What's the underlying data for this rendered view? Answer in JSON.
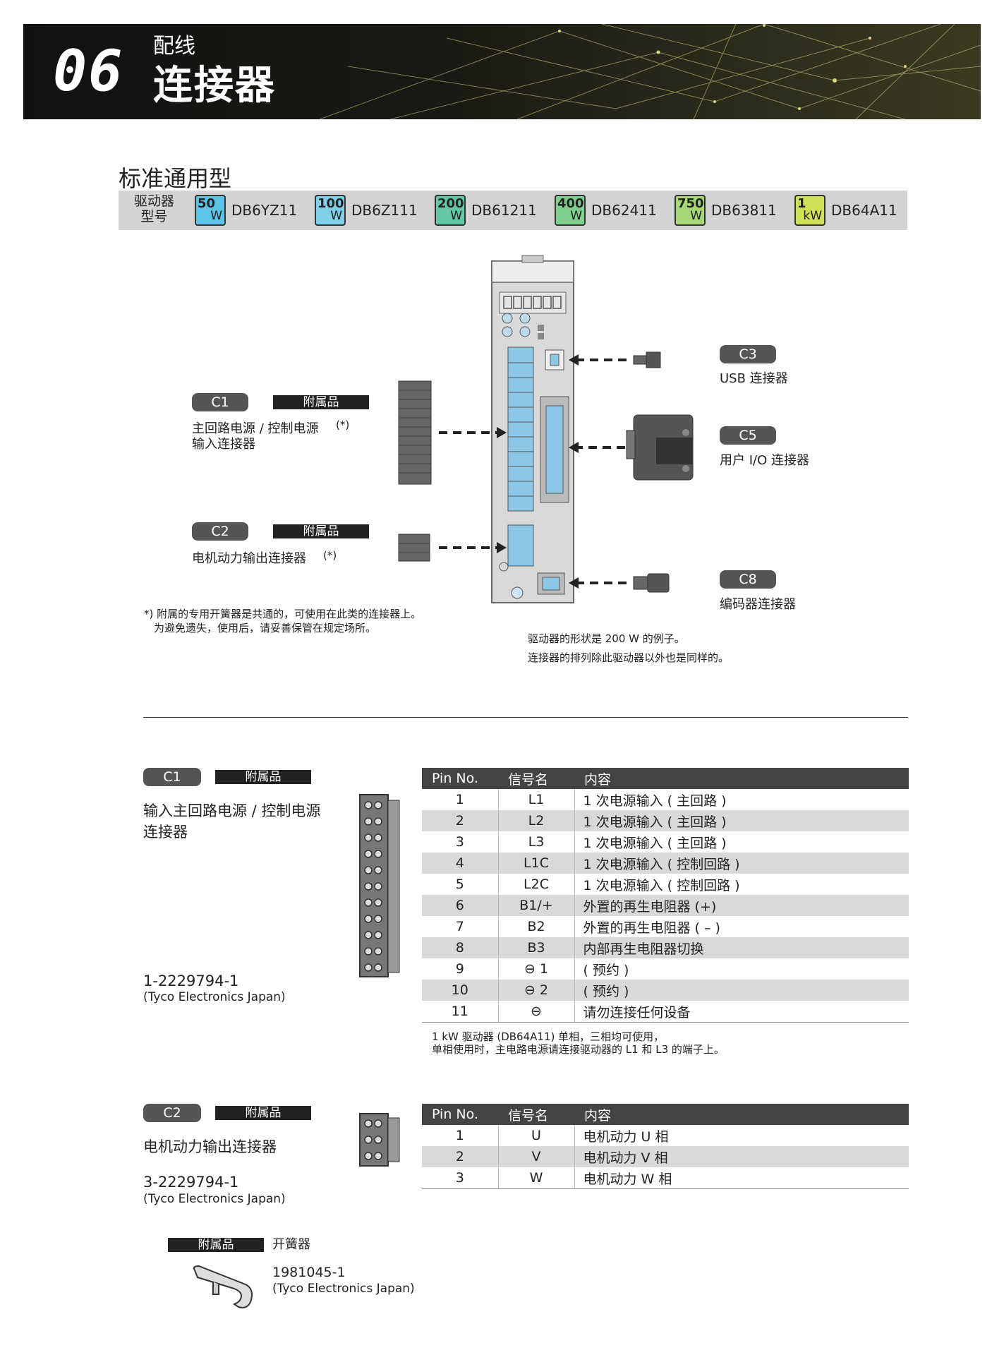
{
  "header": {
    "section_number": "06",
    "subtitle": "配线",
    "title": "连接器"
  },
  "page_heading": "标准通用型",
  "model_bar": {
    "label_line1": "驱动器",
    "label_line2": "型号",
    "models": [
      {
        "power": "50",
        "unit": "W",
        "code": "DB6YZ11",
        "color": "#5bc4e8"
      },
      {
        "power": "100",
        "unit": "W",
        "code": "DB6Z111",
        "color": "#7fd0e8"
      },
      {
        "power": "200",
        "unit": "W",
        "code": "DB61211",
        "color": "#63c7a6"
      },
      {
        "power": "400",
        "unit": "W",
        "code": "DB62411",
        "color": "#7fd08c"
      },
      {
        "power": "750",
        "unit": "W",
        "code": "DB63811",
        "color": "#a6d876"
      },
      {
        "power": "1",
        "unit": "kW",
        "code": "DB64A11",
        "color": "#cfe05a"
      }
    ]
  },
  "callouts": {
    "c1": {
      "tag": "C1",
      "accessory": "附属品",
      "line1": "主回路电源 / 控制电源",
      "line2": "输入连接器",
      "mark": "(*)"
    },
    "c2": {
      "tag": "C2",
      "accessory": "附属品",
      "line1": "电机动力输出连接器",
      "mark": "(*)"
    },
    "c3": {
      "tag": "C3",
      "line1": "USB 连接器"
    },
    "c5": {
      "tag": "C5",
      "line1": "用户 I/O 连接器"
    },
    "c8": {
      "tag": "C8",
      "line1": "编码器连接器"
    }
  },
  "footnote": {
    "line1": "*) 附属的专用开簧器是共通的，可使用在此类的连接器上。",
    "line2": "为避免遗失，使用后，请妥善保管在规定场所。"
  },
  "diagram_note": {
    "line1": "驱动器的形状是 200 W 的例子。",
    "line2": "连接器的排列除此驱动器以外也是同样的。"
  },
  "c1_section": {
    "tag": "C1",
    "accessory": "附属品",
    "title_line1": "输入主回路电源 / 控制电源",
    "title_line2": "连接器",
    "part_number": "1-2229794-1",
    "maker": "(Tyco Electronics Japan)",
    "headers": [
      "Pin No.",
      "信号名",
      "内容"
    ],
    "rows": [
      [
        "1",
        "L1",
        "1 次电源输入 ( 主回路 )"
      ],
      [
        "2",
        "L2",
        "1 次电源输入 ( 主回路 )"
      ],
      [
        "3",
        "L3",
        "1 次电源输入 ( 主回路 )"
      ],
      [
        "4",
        "L1C",
        "1 次电源输入 ( 控制回路 )"
      ],
      [
        "5",
        "L2C",
        "1 次电源输入 ( 控制回路 )"
      ],
      [
        "6",
        "B1/+",
        "外置的再生电阻器 (+)"
      ],
      [
        "7",
        "B2",
        "外置的再生电阻器 ( – )"
      ],
      [
        "8",
        "B3",
        "内部再生电阻器切换"
      ],
      [
        "9",
        "⊖ 1",
        "( 预约 )"
      ],
      [
        "10",
        "⊖ 2",
        "( 预约 )"
      ],
      [
        "11",
        "⊖",
        "请勿连接任何设备"
      ]
    ],
    "note_line1": "1 kW 驱动器 (DB64A11) 单相，三相均可使用，",
    "note_line2": "单相使用时，主电路电源请连接驱动器的 L1 和 L3 的端子上。"
  },
  "c2_section": {
    "tag": "C2",
    "accessory": "附属品",
    "title": "电机动力输出连接器",
    "part_number": "3-2229794-1",
    "maker": "(Tyco Electronics Japan)",
    "headers": [
      "Pin No.",
      "信号名",
      "内容"
    ],
    "rows": [
      [
        "1",
        "U",
        "电机动力 U 相"
      ],
      [
        "2",
        "V",
        "电机动力 V 相"
      ],
      [
        "3",
        "W",
        "电机动力 W 相"
      ]
    ]
  },
  "tool": {
    "accessory": "附属品",
    "name": "开簧器",
    "part_number": "1981045-1",
    "maker": "(Tyco Electronics Japan)"
  }
}
